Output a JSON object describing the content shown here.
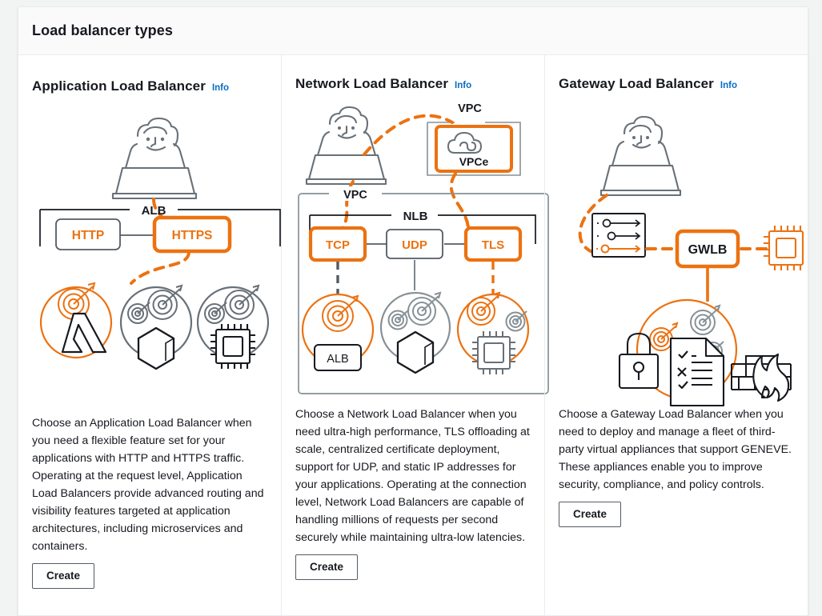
{
  "header": {
    "title": "Load balancer types"
  },
  "colors": {
    "orange": "#ec7211",
    "gray_stroke": "#687078",
    "dark_stroke": "#16191f",
    "link_blue": "#0a6cc4",
    "header_bg": "#fafafa",
    "border": "#e9ebed"
  },
  "columns": [
    {
      "id": "application-load-balancer",
      "title": "Application Load Balancer",
      "info_label": "Info",
      "diagram": {
        "container_label": "ALB",
        "nodes": [
          {
            "name": "user-laptop",
            "label": ""
          },
          {
            "name": "listener-http",
            "label": "HTTP",
            "highlighted": false
          },
          {
            "name": "listener-https",
            "label": "HTTPS",
            "highlighted": true
          },
          {
            "name": "target-group-lambda",
            "label": "",
            "highlighted": true
          },
          {
            "name": "target-group-container",
            "label": "",
            "highlighted": false
          },
          {
            "name": "target-group-ec2",
            "label": "",
            "highlighted": false
          }
        ]
      },
      "description": "Choose an Application Load Balancer when you need a flexible feature set for your applications with HTTP and HTTPS traffic. Operating at the request level, Application Load Balancers provide advanced routing and visibility features targeted at application architectures, including microservices and containers.",
      "create_label": "Create"
    },
    {
      "id": "network-load-balancer",
      "title": "Network Load Balancer",
      "info_label": "Info",
      "diagram": {
        "vpc_label_top": "VPC",
        "vpc_label_main": "VPC",
        "container_label": "NLB",
        "endpoint_label": "VPCe",
        "target_box_label": "ALB",
        "nodes": [
          {
            "name": "user-laptop",
            "label": ""
          },
          {
            "name": "vpc-endpoint",
            "label": "VPCe",
            "highlighted": true
          },
          {
            "name": "listener-tcp",
            "label": "TCP",
            "highlighted": true
          },
          {
            "name": "listener-udp",
            "label": "UDP",
            "highlighted": false
          },
          {
            "name": "listener-tls",
            "label": "TLS",
            "highlighted": true
          },
          {
            "name": "target-group-alb",
            "label": "ALB",
            "highlighted": true
          },
          {
            "name": "target-group-container",
            "label": "",
            "highlighted": false
          },
          {
            "name": "target-group-ec2",
            "label": "",
            "highlighted": true
          }
        ]
      },
      "description": "Choose a Network Load Balancer when you need ultra-high performance, TLS offloading at scale, centralized certificate deployment, support for UDP, and static IP addresses for your applications. Operating at the connection level, Network Load Balancers are capable of handling millions of requests per second securely while maintaining ultra-low latencies.",
      "create_label": "Create"
    },
    {
      "id": "gateway-load-balancer",
      "title": "Gateway Load Balancer",
      "info_label": "Info",
      "diagram": {
        "container_label": "GWLB",
        "nodes": [
          {
            "name": "user-laptop",
            "label": ""
          },
          {
            "name": "route-table",
            "label": ""
          },
          {
            "name": "gwlb-box",
            "label": "GWLB",
            "highlighted": true
          },
          {
            "name": "ec2-instance",
            "label": "",
            "highlighted": true
          },
          {
            "name": "target-group-appliances",
            "label": "",
            "highlighted": true
          },
          {
            "name": "appliance-lock",
            "label": ""
          },
          {
            "name": "appliance-compliance",
            "label": ""
          },
          {
            "name": "appliance-firewall",
            "label": ""
          }
        ]
      },
      "description": "Choose a Gateway Load Balancer when you need to deploy and manage a fleet of third-party virtual appliances that support GENEVE. These appliances enable you to improve security, compliance, and policy controls.",
      "create_label": "Create"
    }
  ]
}
